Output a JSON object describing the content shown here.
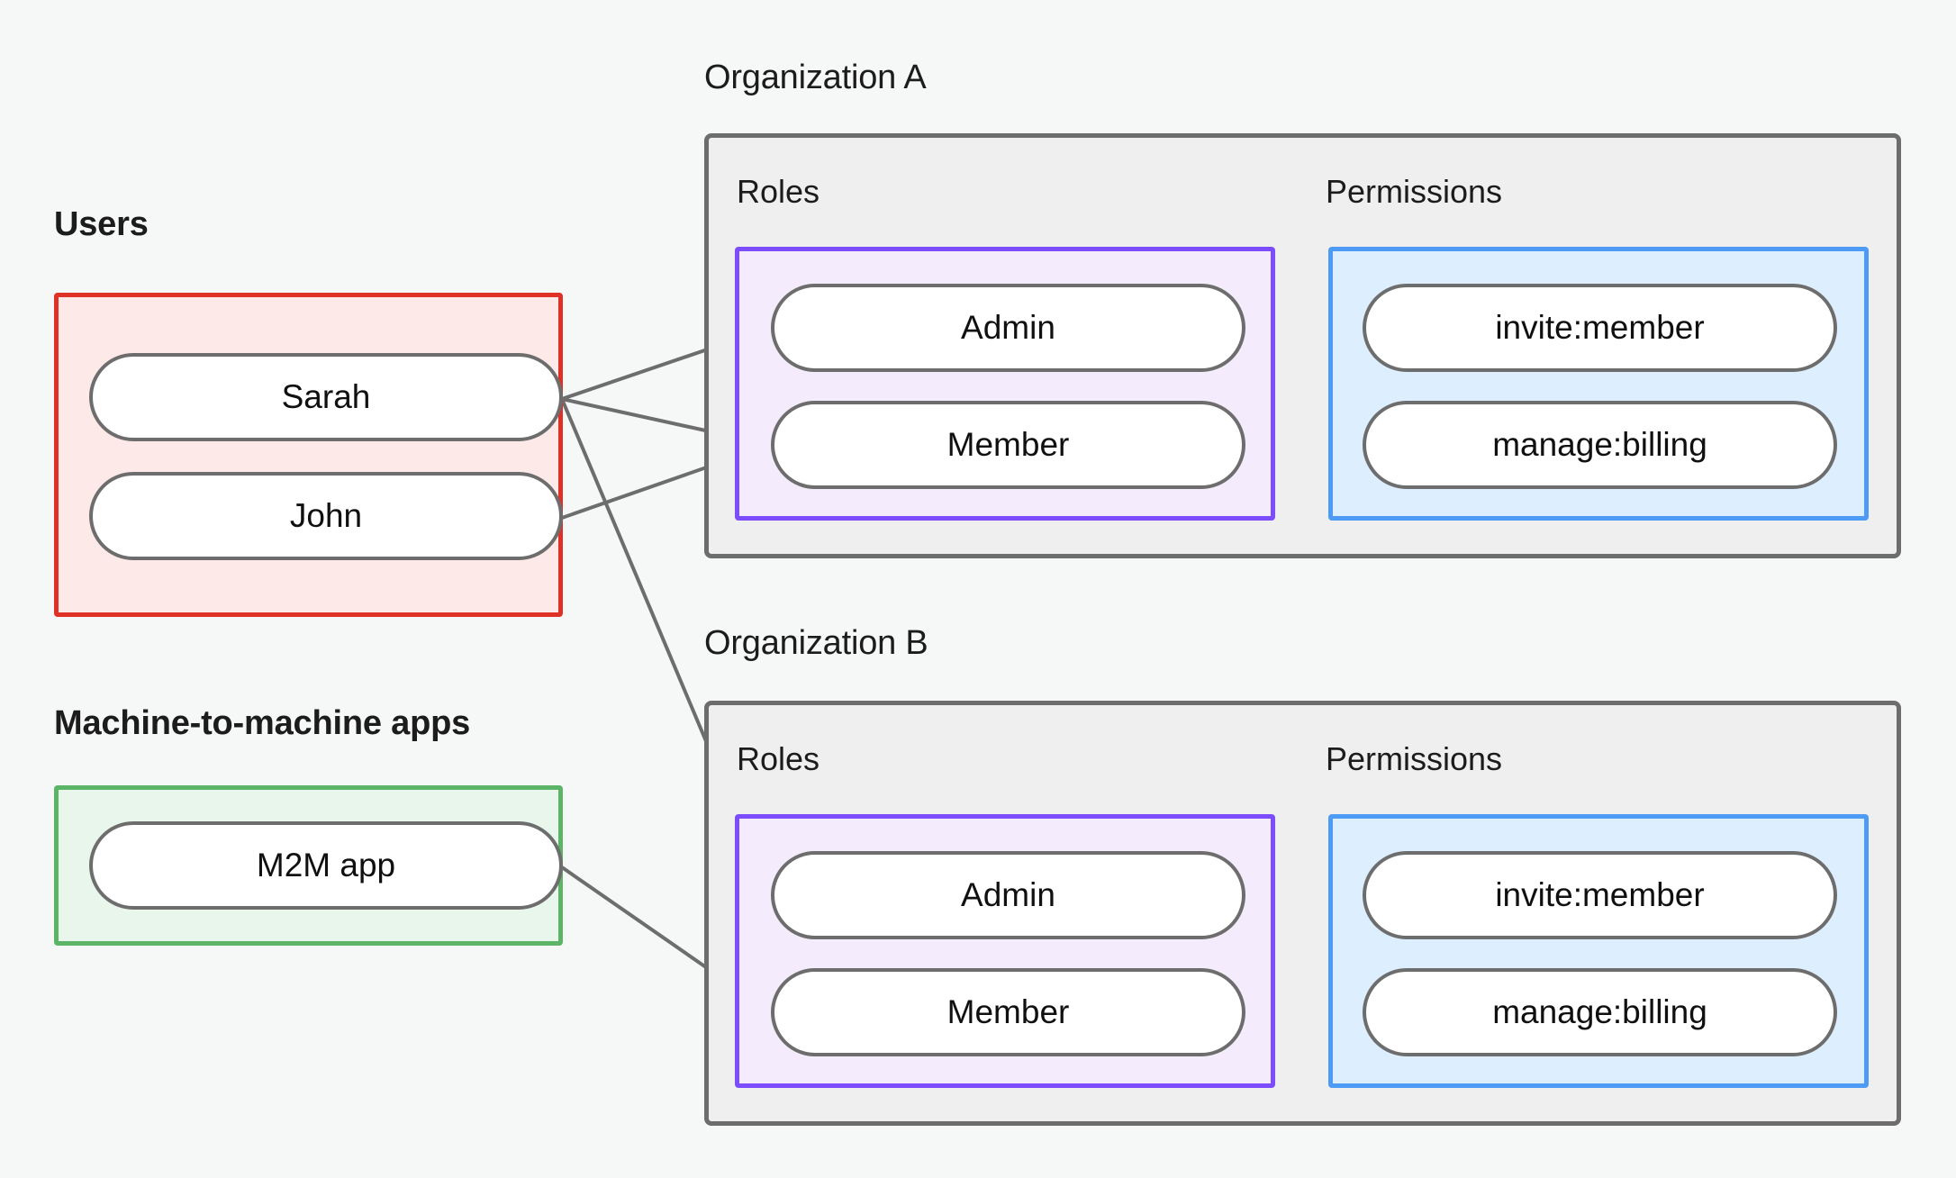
{
  "diagram": {
    "title_users": "Users",
    "title_m2m": "Machine-to-machine apps",
    "org_a_title": "Organization A",
    "org_b_title": "Organization B",
    "roles_label": "Roles",
    "permissions_label": "Permissions",
    "users": [
      {
        "id": "sarah",
        "label": "Sarah"
      },
      {
        "id": "john",
        "label": "John"
      }
    ],
    "m2m_apps": [
      {
        "id": "m2m",
        "label": "M2M app"
      }
    ],
    "org_a": {
      "roles": [
        {
          "id": "a-admin",
          "label": "Admin"
        },
        {
          "id": "a-member",
          "label": "Member"
        }
      ],
      "permissions": [
        {
          "id": "a-invite",
          "label": "invite:member"
        },
        {
          "id": "a-billing",
          "label": "manage:billing"
        }
      ]
    },
    "org_b": {
      "roles": [
        {
          "id": "b-admin",
          "label": "Admin"
        },
        {
          "id": "b-member",
          "label": "Member"
        }
      ],
      "permissions": [
        {
          "id": "b-invite",
          "label": "invite:member"
        },
        {
          "id": "b-billing",
          "label": "manage:billing"
        }
      ]
    },
    "edges": [
      {
        "from": "sarah",
        "to": "a-admin"
      },
      {
        "from": "sarah",
        "to": "a-member"
      },
      {
        "from": "john",
        "to": "a-member"
      },
      {
        "from": "sarah",
        "to": "b-admin"
      },
      {
        "from": "m2m",
        "to": "b-member"
      },
      {
        "from": "a-admin",
        "to": "a-invite"
      },
      {
        "from": "a-admin",
        "to": "a-billing"
      },
      {
        "from": "a-member",
        "to": "a-billing"
      },
      {
        "from": "b-admin",
        "to": "b-invite"
      },
      {
        "from": "b-admin",
        "to": "b-billing"
      },
      {
        "from": "b-member",
        "to": "b-billing"
      }
    ],
    "colors": {
      "background": "#f6f7f7",
      "users_border": "#e03127",
      "users_fill": "#fdeae8",
      "m2m_border": "#5cb467",
      "m2m_fill": "#e9f6ec",
      "org_border": "#6d6d6d",
      "org_fill": "#eeefee",
      "roles_border": "#7c4dff",
      "roles_fill": "#f4ebfd",
      "permissions_border": "#4d9bf5",
      "permissions_fill": "#ddeeff",
      "node_border": "#6d6d6d",
      "node_fill": "#ffffff",
      "edge": "#6d6d6d",
      "text": "#1c1c1c"
    }
  }
}
